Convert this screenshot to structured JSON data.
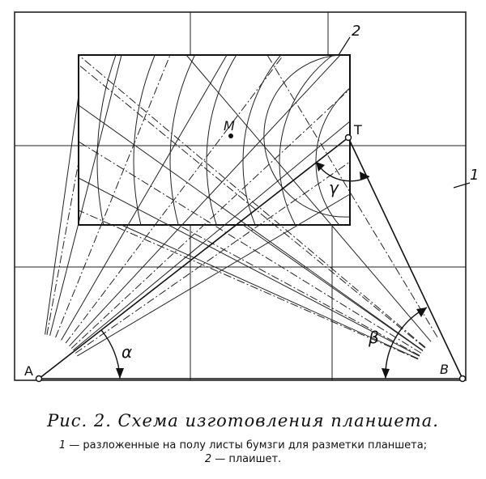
{
  "figure": {
    "labels": {
      "point_a": "A",
      "point_b": "B",
      "point_t": "T",
      "point_m": "M",
      "angle_alpha": "α",
      "angle_beta": "β",
      "angle_gamma": "γ",
      "callout_1": "1",
      "callout_2": "2"
    }
  },
  "caption": {
    "title": "Рис. 2. Схема изготовления планшета.",
    "note_num_1": "1",
    "note_text_1": " — разложенные на полу листы бумзги для разметки планшета; ",
    "note_num_2": "2",
    "note_text_2": " — плаишет."
  }
}
